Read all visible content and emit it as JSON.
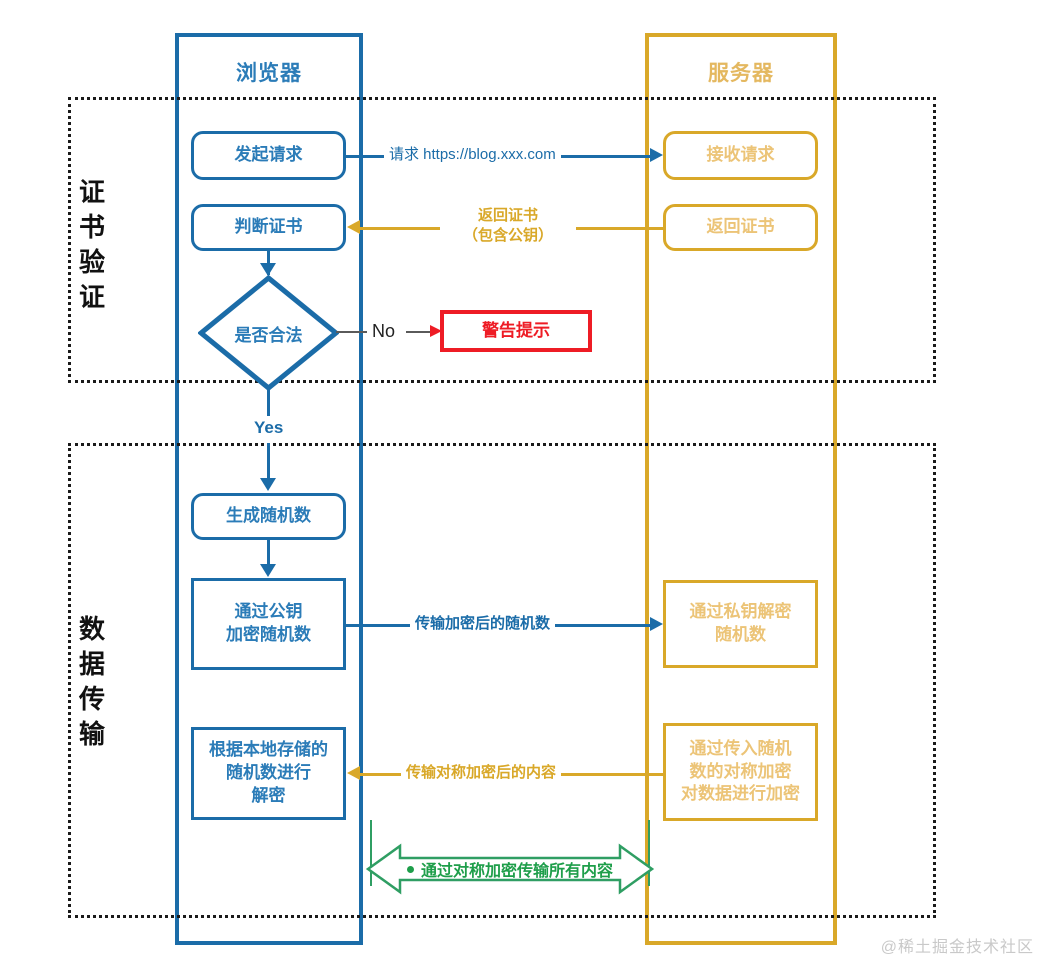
{
  "diagram": {
    "title_browser": "浏览器",
    "title_server": "服务器",
    "watermark": "@稀土掘金技术社区"
  },
  "sections": [
    {
      "id": "cert-verification",
      "label": "证书验证",
      "chars": [
        "证",
        "书",
        "验",
        "证"
      ]
    },
    {
      "id": "data-transfer",
      "label": "数据传输",
      "chars": [
        "数",
        "据",
        "传",
        "输"
      ]
    }
  ],
  "nodes": {
    "send_request": "发起请求",
    "receive_request": "接收请求",
    "check_cert": "判断证书",
    "return_cert_server": "返回证书",
    "is_legal": "是否合法",
    "warning": "警告提示",
    "gen_random": "生成随机数",
    "encrypt_random_l1": "通过公钥",
    "encrypt_random_l2": "加密随机数",
    "server_decrypt_l1": "通过私钥解密",
    "server_decrypt_l2": "随机数",
    "local_decrypt_l1": "根据本地存储的",
    "local_decrypt_l2": "随机数进行",
    "local_decrypt_l3": "解密",
    "server_sym_l1": "通过传入随机",
    "server_sym_l2": "数的对称加密",
    "server_sym_l3": "对数据进行加密"
  },
  "edges": {
    "request_url": "请求 https://blog.xxx.com",
    "return_cert_l1": "返回证书",
    "return_cert_l2": "（包含公钥）",
    "no": "No",
    "yes": "Yes",
    "transfer_encrypted_random": "传输加密后的随机数",
    "transfer_sym_content": "传输对称加密后的内容",
    "symmetric_all": "通过对称加密传输所有内容"
  },
  "colors": {
    "blue": "#1b6ca8",
    "blue_text": "#2b7cb8",
    "gold": "#d9a829",
    "gold_text": "#ecc477",
    "red": "#ee1c25",
    "green": "#1e9e4a",
    "dotted": "#1a1a1a",
    "watermark": "#c9c9c9"
  }
}
